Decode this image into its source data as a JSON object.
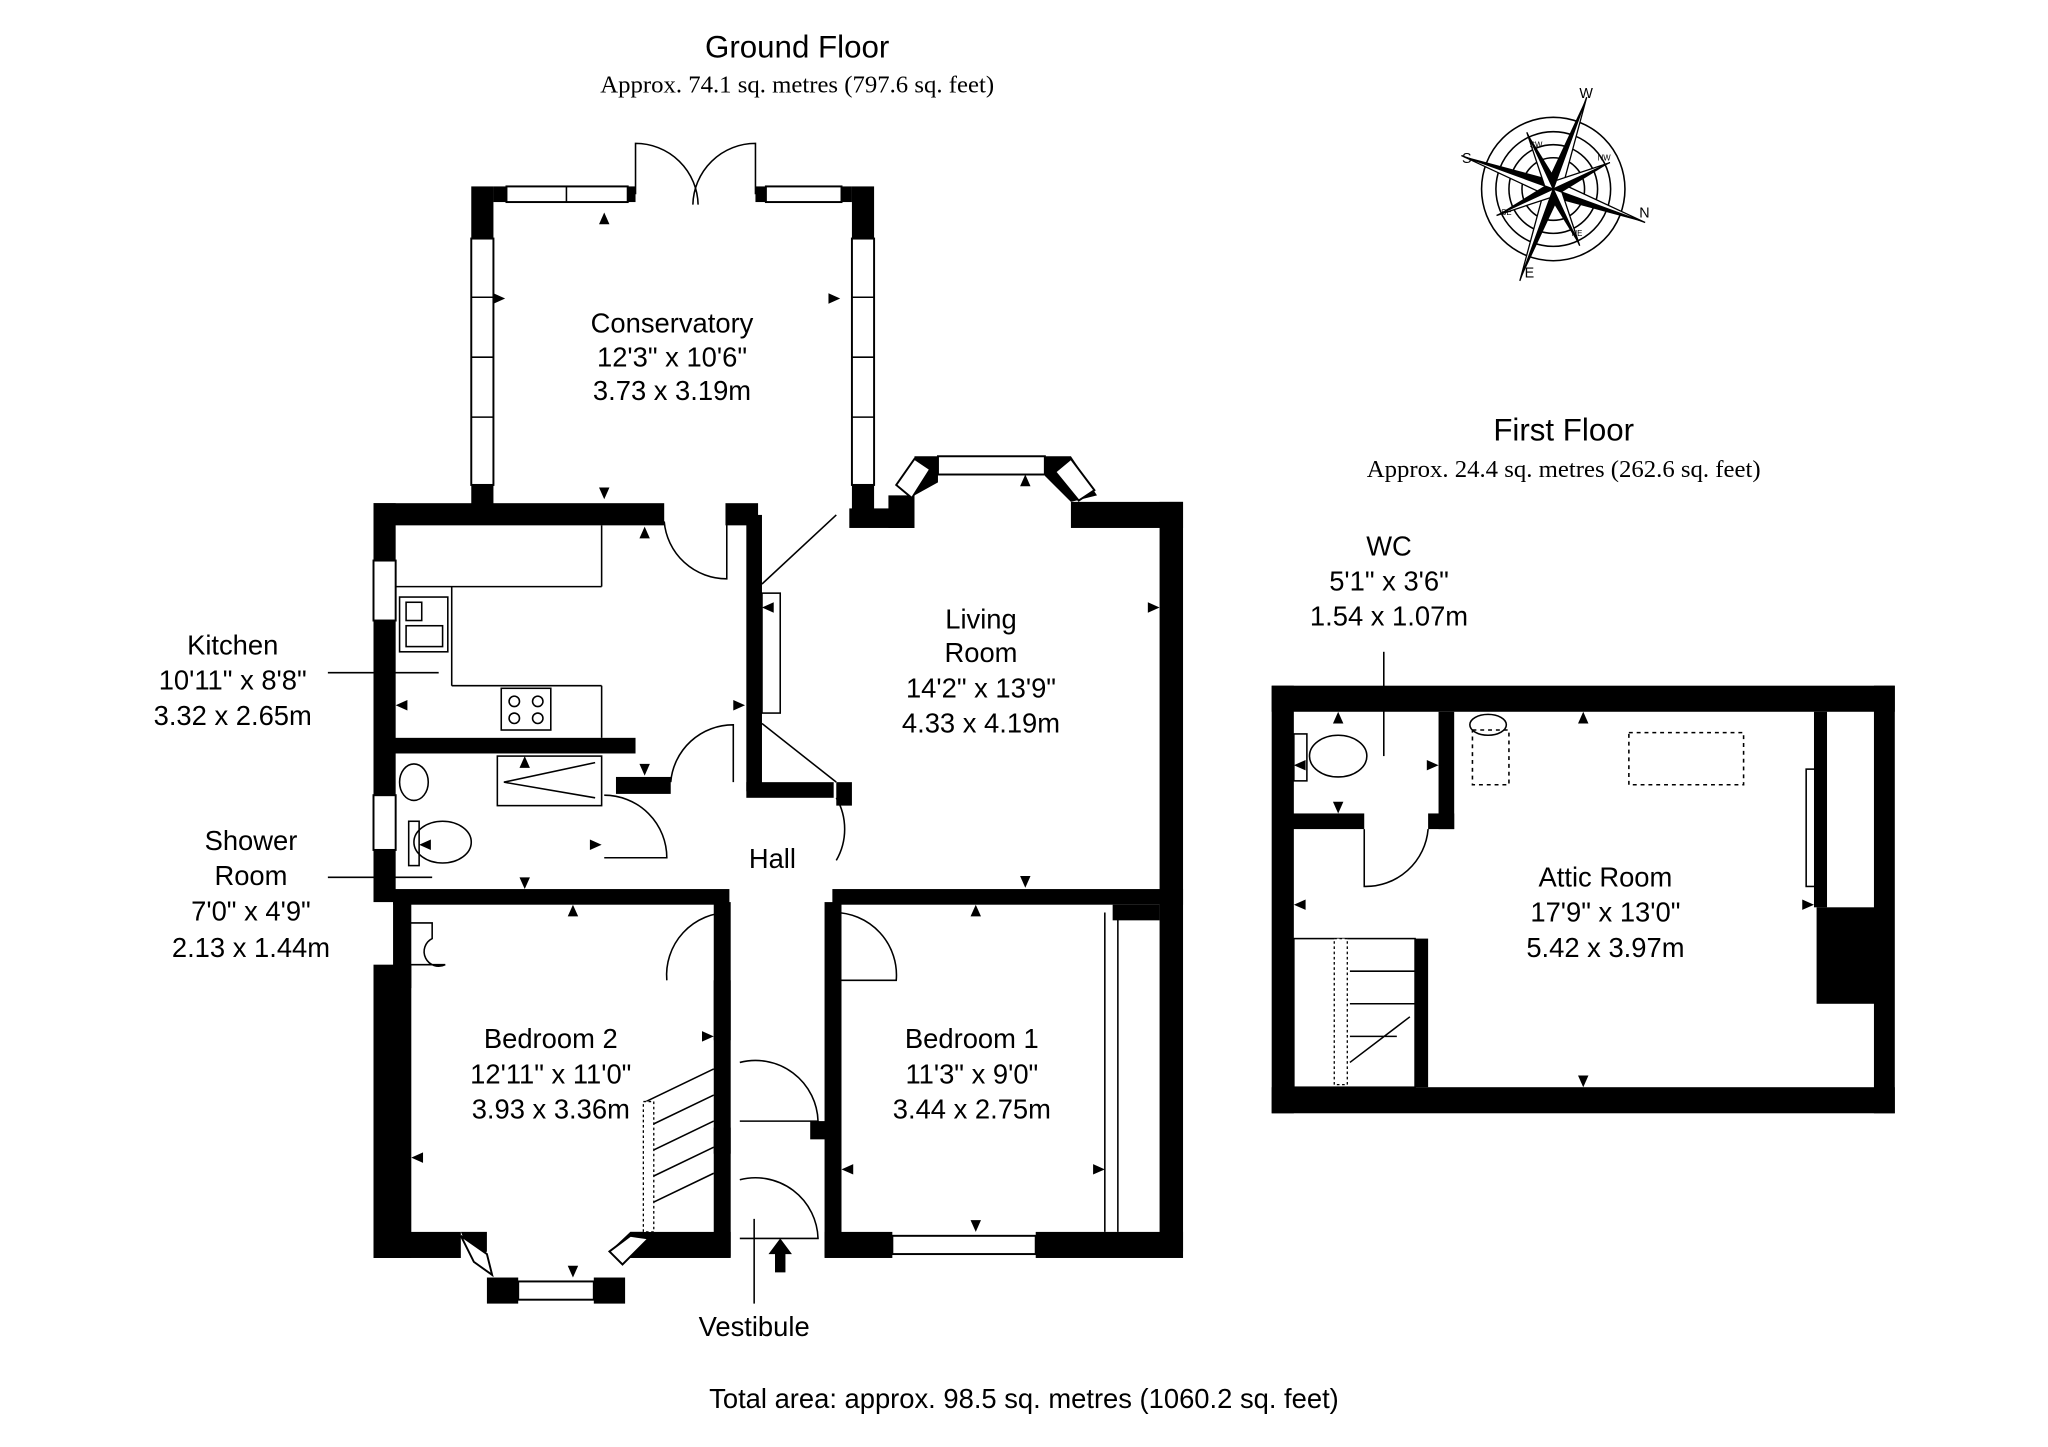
{
  "ground_floor": {
    "title": "Ground Floor",
    "area": "Approx. 74.1 sq. metres (797.6 sq. feet)",
    "rooms": [
      {
        "key": "conservatory",
        "name": "Conservatory",
        "imperial": "12'3\" x 10'6\"",
        "metric": "3.73 x 3.19m"
      },
      {
        "key": "living_room",
        "name_line1": "Living",
        "name_line2": "Room",
        "imperial": "14'2\" x 13'9\"",
        "metric": "4.33 x 4.19m"
      },
      {
        "key": "kitchen",
        "name": "Kitchen",
        "imperial": "10'11\" x 8'8\"",
        "metric": "3.32 x 2.65m"
      },
      {
        "key": "shower_room",
        "name_line1": "Shower",
        "name_line2": "Room",
        "imperial": "7'0\" x 4'9\"",
        "metric": "2.13 x 1.44m"
      },
      {
        "key": "hall",
        "name": "Hall"
      },
      {
        "key": "bedroom_2",
        "name": "Bedroom 2",
        "imperial": "12'11\" x 11'0\"",
        "metric": "3.93 x 3.36m"
      },
      {
        "key": "bedroom_1",
        "name": "Bedroom 1",
        "imperial": "11'3\" x 9'0\"",
        "metric": "3.44 x 2.75m"
      },
      {
        "key": "vestibule",
        "name": "Vestibule"
      }
    ]
  },
  "first_floor": {
    "title": "First Floor",
    "area": "Approx. 24.4 sq. metres (262.6 sq. feet)",
    "rooms": [
      {
        "key": "wc",
        "name": "WC",
        "imperial": "5'1\" x 3'6\"",
        "metric": "1.54 x 1.07m"
      },
      {
        "key": "attic_room",
        "name": "Attic Room",
        "imperial": "17'9\" x 13'0\"",
        "metric": "5.42 x 3.97m"
      }
    ]
  },
  "compass": {
    "labels": [
      "W",
      "S",
      "N",
      "E",
      "NW",
      "SW",
      "NE",
      "SE"
    ]
  },
  "total_area": "Total area: approx. 98.5 sq. metres (1060.2 sq. feet)"
}
